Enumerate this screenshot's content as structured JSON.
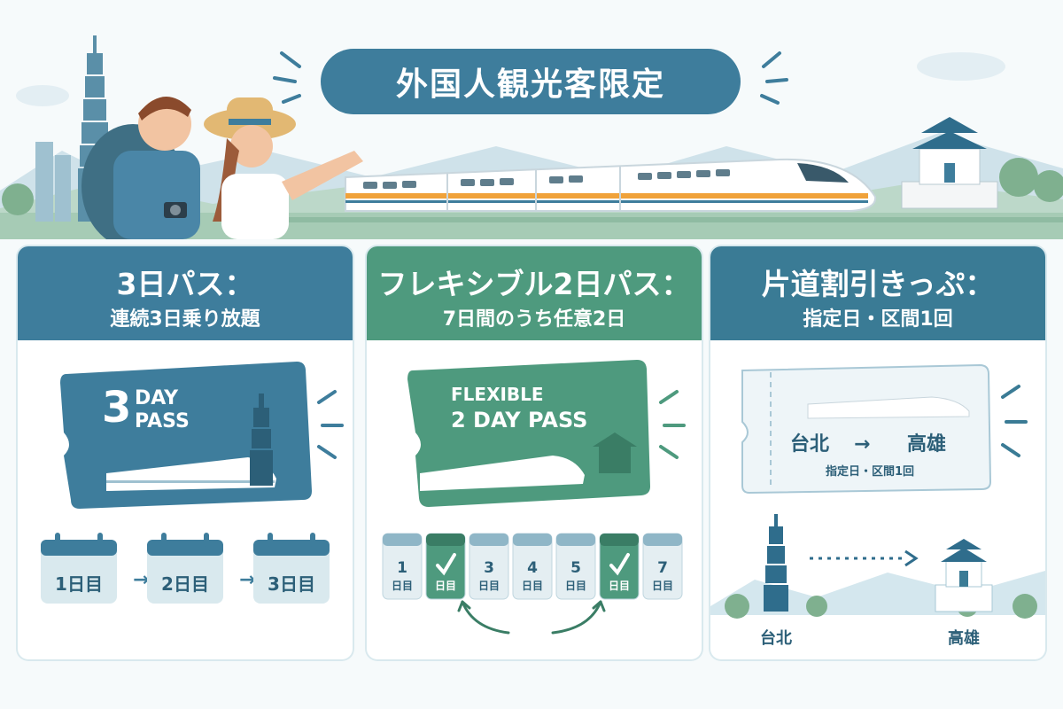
{
  "banner": {
    "title": "外国人観光客限定"
  },
  "colors": {
    "blue": "#3e7d9c",
    "green": "#4e9a7e",
    "teal": "#3a7b95",
    "orange": "#f0a23a",
    "card_border": "#d9e9ee"
  },
  "passes": [
    {
      "title": "3日パス：",
      "subtitle": "連続3日乗り放題",
      "ticket": {
        "line1": "3",
        "line2": "DAY",
        "line3": "PASS"
      },
      "days": [
        "1日目",
        "2日目",
        "3日目"
      ]
    },
    {
      "title": "フレキシブル2日パス：",
      "subtitle": "7日間のうち任意2日",
      "ticket": {
        "line1": "FLEXIBLE",
        "line2": "2 DAY PASS"
      },
      "calendar": [
        {
          "day": "1",
          "label": "日目",
          "selected": false
        },
        {
          "day": "",
          "label": "日目",
          "selected": true
        },
        {
          "day": "3",
          "label": "日目",
          "selected": false
        },
        {
          "day": "4",
          "label": "日目",
          "selected": false
        },
        {
          "day": "5",
          "label": "日目",
          "selected": false
        },
        {
          "day": "",
          "label": "日目",
          "selected": true
        },
        {
          "day": "7",
          "label": "日目",
          "selected": false
        }
      ]
    },
    {
      "title": "片道割引きっぷ：",
      "subtitle": "指定日・区間1回",
      "ticket": {
        "from": "台北",
        "arrow": "→",
        "to": "高雄",
        "note": "指定日・区間1回"
      },
      "route": {
        "from": "台北",
        "to": "高雄"
      }
    }
  ],
  "icons": [
    "taipei-101-icon",
    "memorial-hall-icon",
    "train-icon",
    "calendar-icon",
    "check-icon",
    "arrow-icon"
  ]
}
